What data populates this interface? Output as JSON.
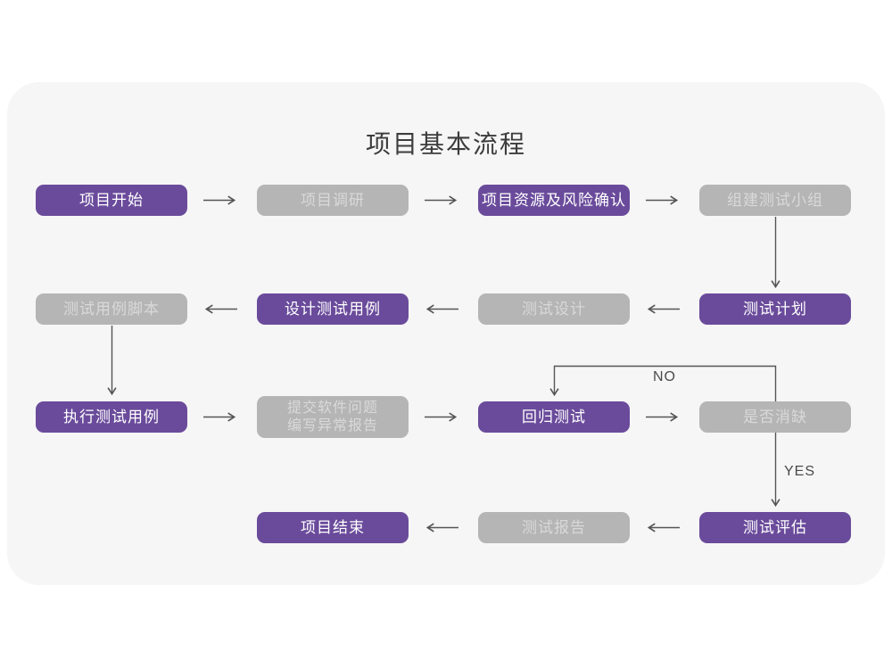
{
  "title": "项目基本流程",
  "branch_labels": {
    "no": "NO",
    "yes": "YES"
  },
  "colors": {
    "accent_purple": "#6a4b9b",
    "node_gray": "#b5b5b5",
    "card_background": "#f6f6f6",
    "arrow": "#555555",
    "title_text": "#3c3c3c"
  },
  "nodes": {
    "project_start": {
      "label": "项目开始"
    },
    "project_research": {
      "label": "项目调研"
    },
    "project_resources_risk": {
      "label": "项目资源及风险确认"
    },
    "build_test_team": {
      "label": "组建测试小组"
    },
    "test_plan": {
      "label": "测试计划"
    },
    "test_design": {
      "label": "测试设计"
    },
    "design_test_cases": {
      "label": "设计测试用例"
    },
    "test_case_script": {
      "label": "测试用例脚本"
    },
    "execute_test_cases": {
      "label": "执行测试用例"
    },
    "submit_issue_report": {
      "lines": [
        "提交软件问题",
        "编写异常报告"
      ]
    },
    "regression_test": {
      "label": "回归测试"
    },
    "defect_resolved": {
      "label": "是否消缺"
    },
    "test_evaluation": {
      "label": "测试评估"
    },
    "test_report": {
      "label": "测试报告"
    },
    "project_end": {
      "label": "项目结束"
    }
  }
}
